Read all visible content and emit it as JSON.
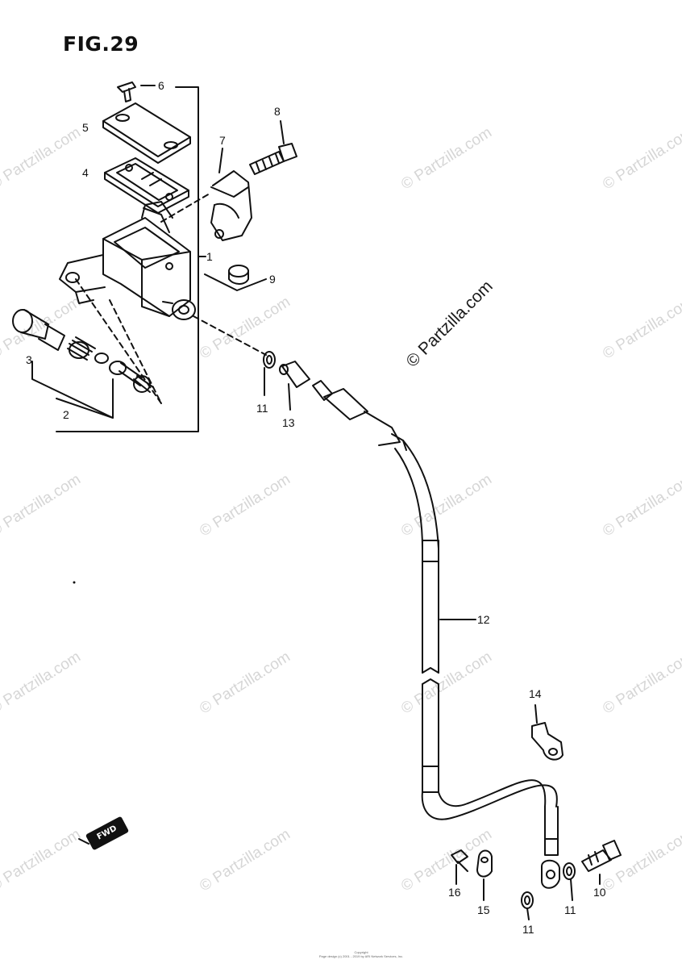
{
  "diagram": {
    "figure_label": "FIG.29",
    "watermark_text": "© Partzilla.com",
    "fwd_label": "FWD",
    "footer": {
      "line1": "Copyright",
      "line2": "Page design (c) 2001 - 2019 by ARI Network Services, Inc."
    },
    "parts": [
      {
        "id": "p1",
        "label": "1",
        "name": "master-cylinder-body"
      },
      {
        "id": "p2",
        "label": "2",
        "name": "piston-kit"
      },
      {
        "id": "p3",
        "label": "3",
        "name": "boot"
      },
      {
        "id": "p4",
        "label": "4",
        "name": "diaphragm"
      },
      {
        "id": "p5",
        "label": "5",
        "name": "reservoir-cap"
      },
      {
        "id": "p6",
        "label": "6",
        "name": "cap-screw"
      },
      {
        "id": "p7",
        "label": "7",
        "name": "holder-clamp"
      },
      {
        "id": "p8",
        "label": "8",
        "name": "clamp-bolt"
      },
      {
        "id": "p9",
        "label": "9",
        "name": "cap"
      },
      {
        "id": "p10",
        "label": "10",
        "name": "union-bolt"
      },
      {
        "id": "p11a",
        "label": "11",
        "name": "gasket-upper"
      },
      {
        "id": "p11b",
        "label": "11",
        "name": "gasket-lower-a"
      },
      {
        "id": "p11c",
        "label": "11",
        "name": "gasket-lower-b"
      },
      {
        "id": "p12",
        "label": "12",
        "name": "brake-hose"
      },
      {
        "id": "p13",
        "label": "13",
        "name": "union-bolt-upper"
      },
      {
        "id": "p14",
        "label": "14",
        "name": "hose-clamp"
      },
      {
        "id": "p15",
        "label": "15",
        "name": "hose-guide"
      },
      {
        "id": "p16",
        "label": "16",
        "name": "bolt"
      }
    ]
  }
}
